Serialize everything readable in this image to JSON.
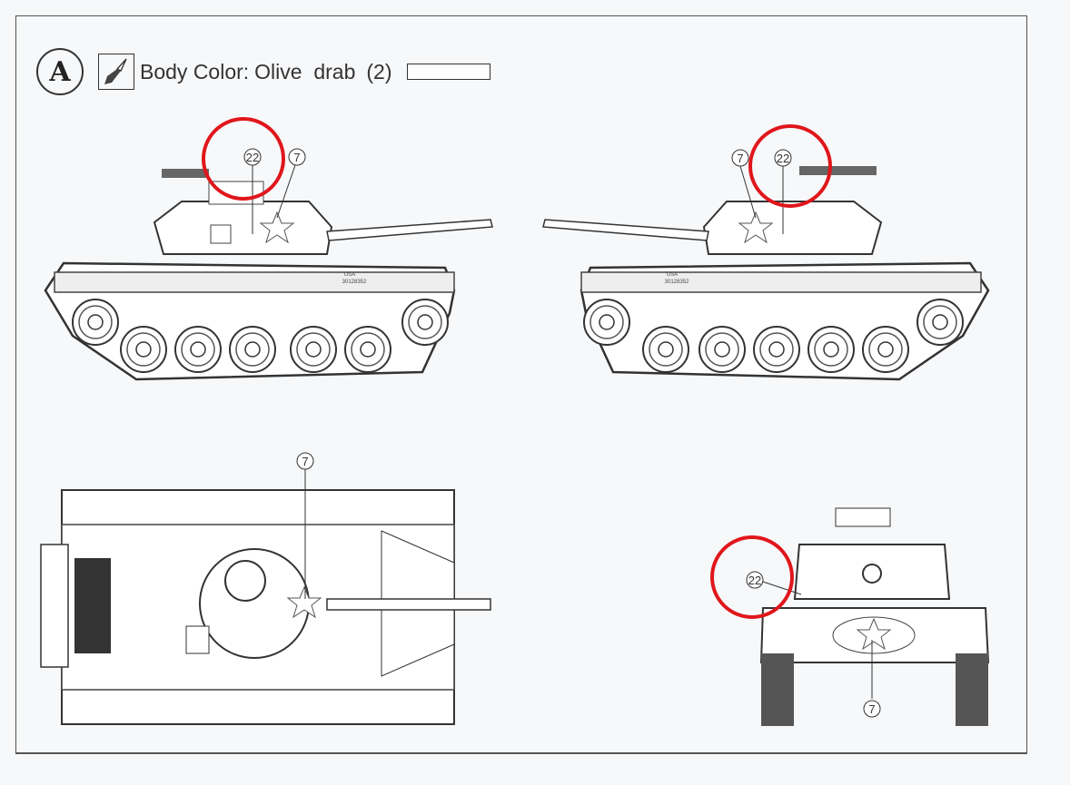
{
  "header": {
    "step_letter": "A",
    "label": "Body Color:",
    "color_name": "Olive  drab",
    "color_code": "(2)",
    "brush_icon": "paint-brush-icon"
  },
  "markings": {
    "hull_country": "USA",
    "hull_number": "30128352"
  },
  "callouts": {
    "decal_22": "22",
    "decal_7": "7"
  },
  "highlight_color": "#e0161b"
}
